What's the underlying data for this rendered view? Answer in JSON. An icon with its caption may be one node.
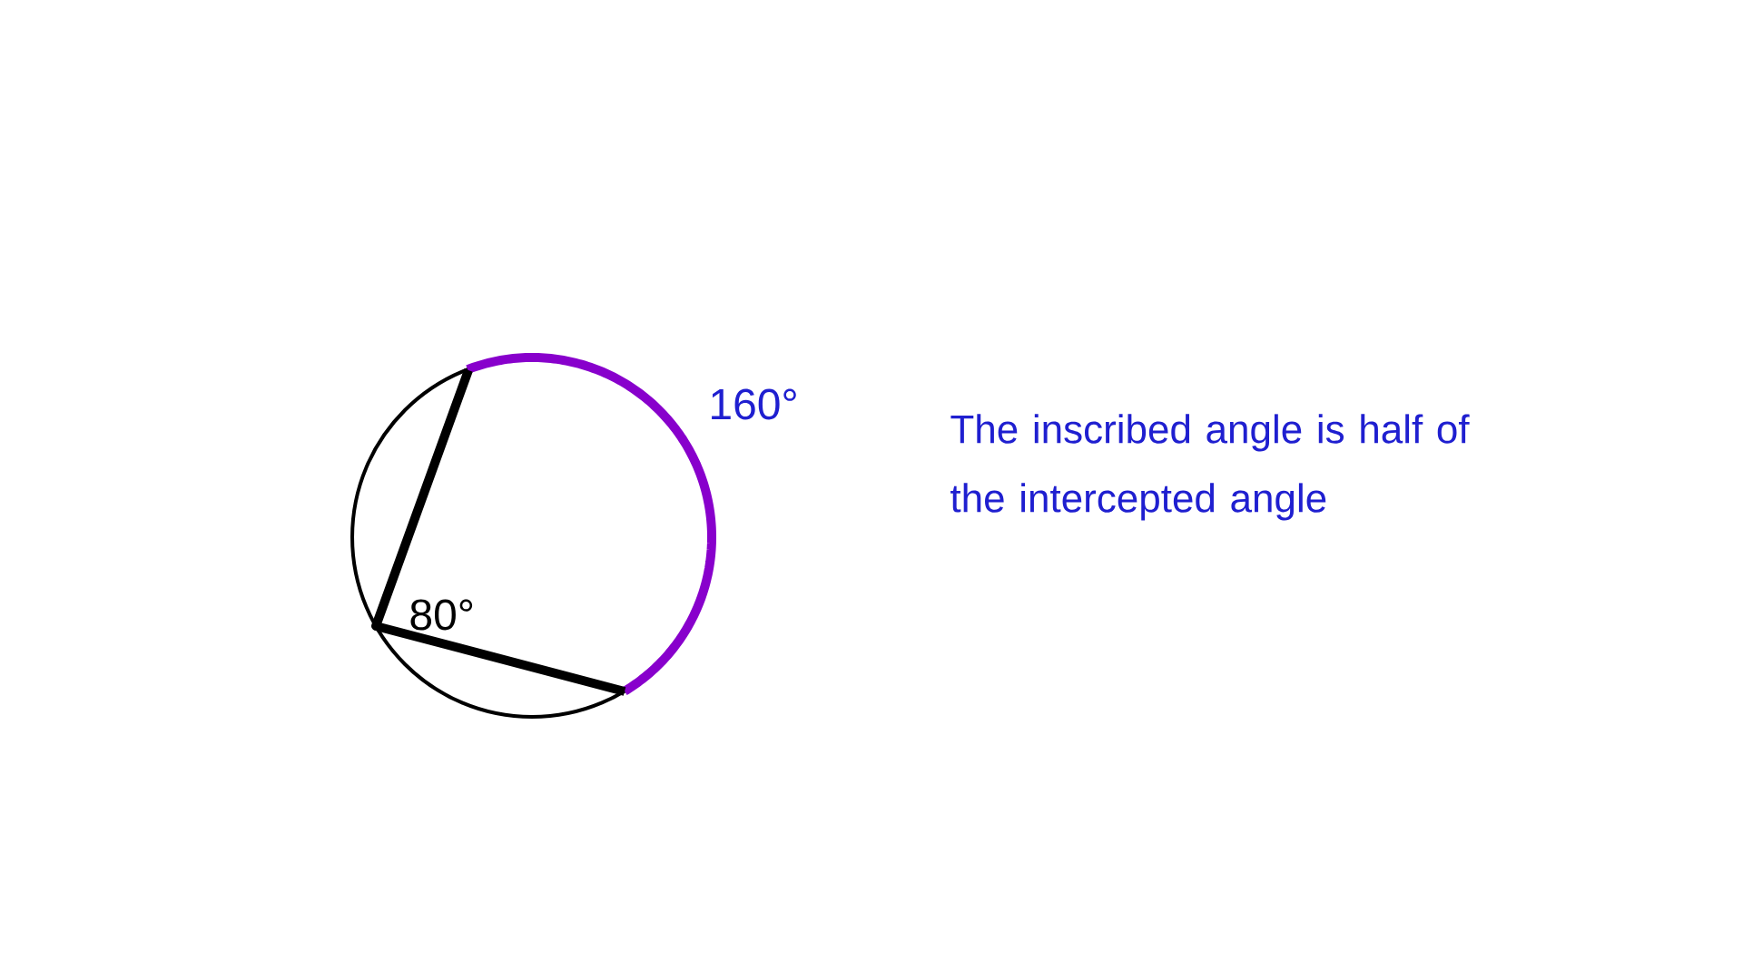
{
  "diagram": {
    "labels": [
      "160°",
      "80°",
      "The inscribed angle  is half of the intercepted angle"
    ]
  }
}
